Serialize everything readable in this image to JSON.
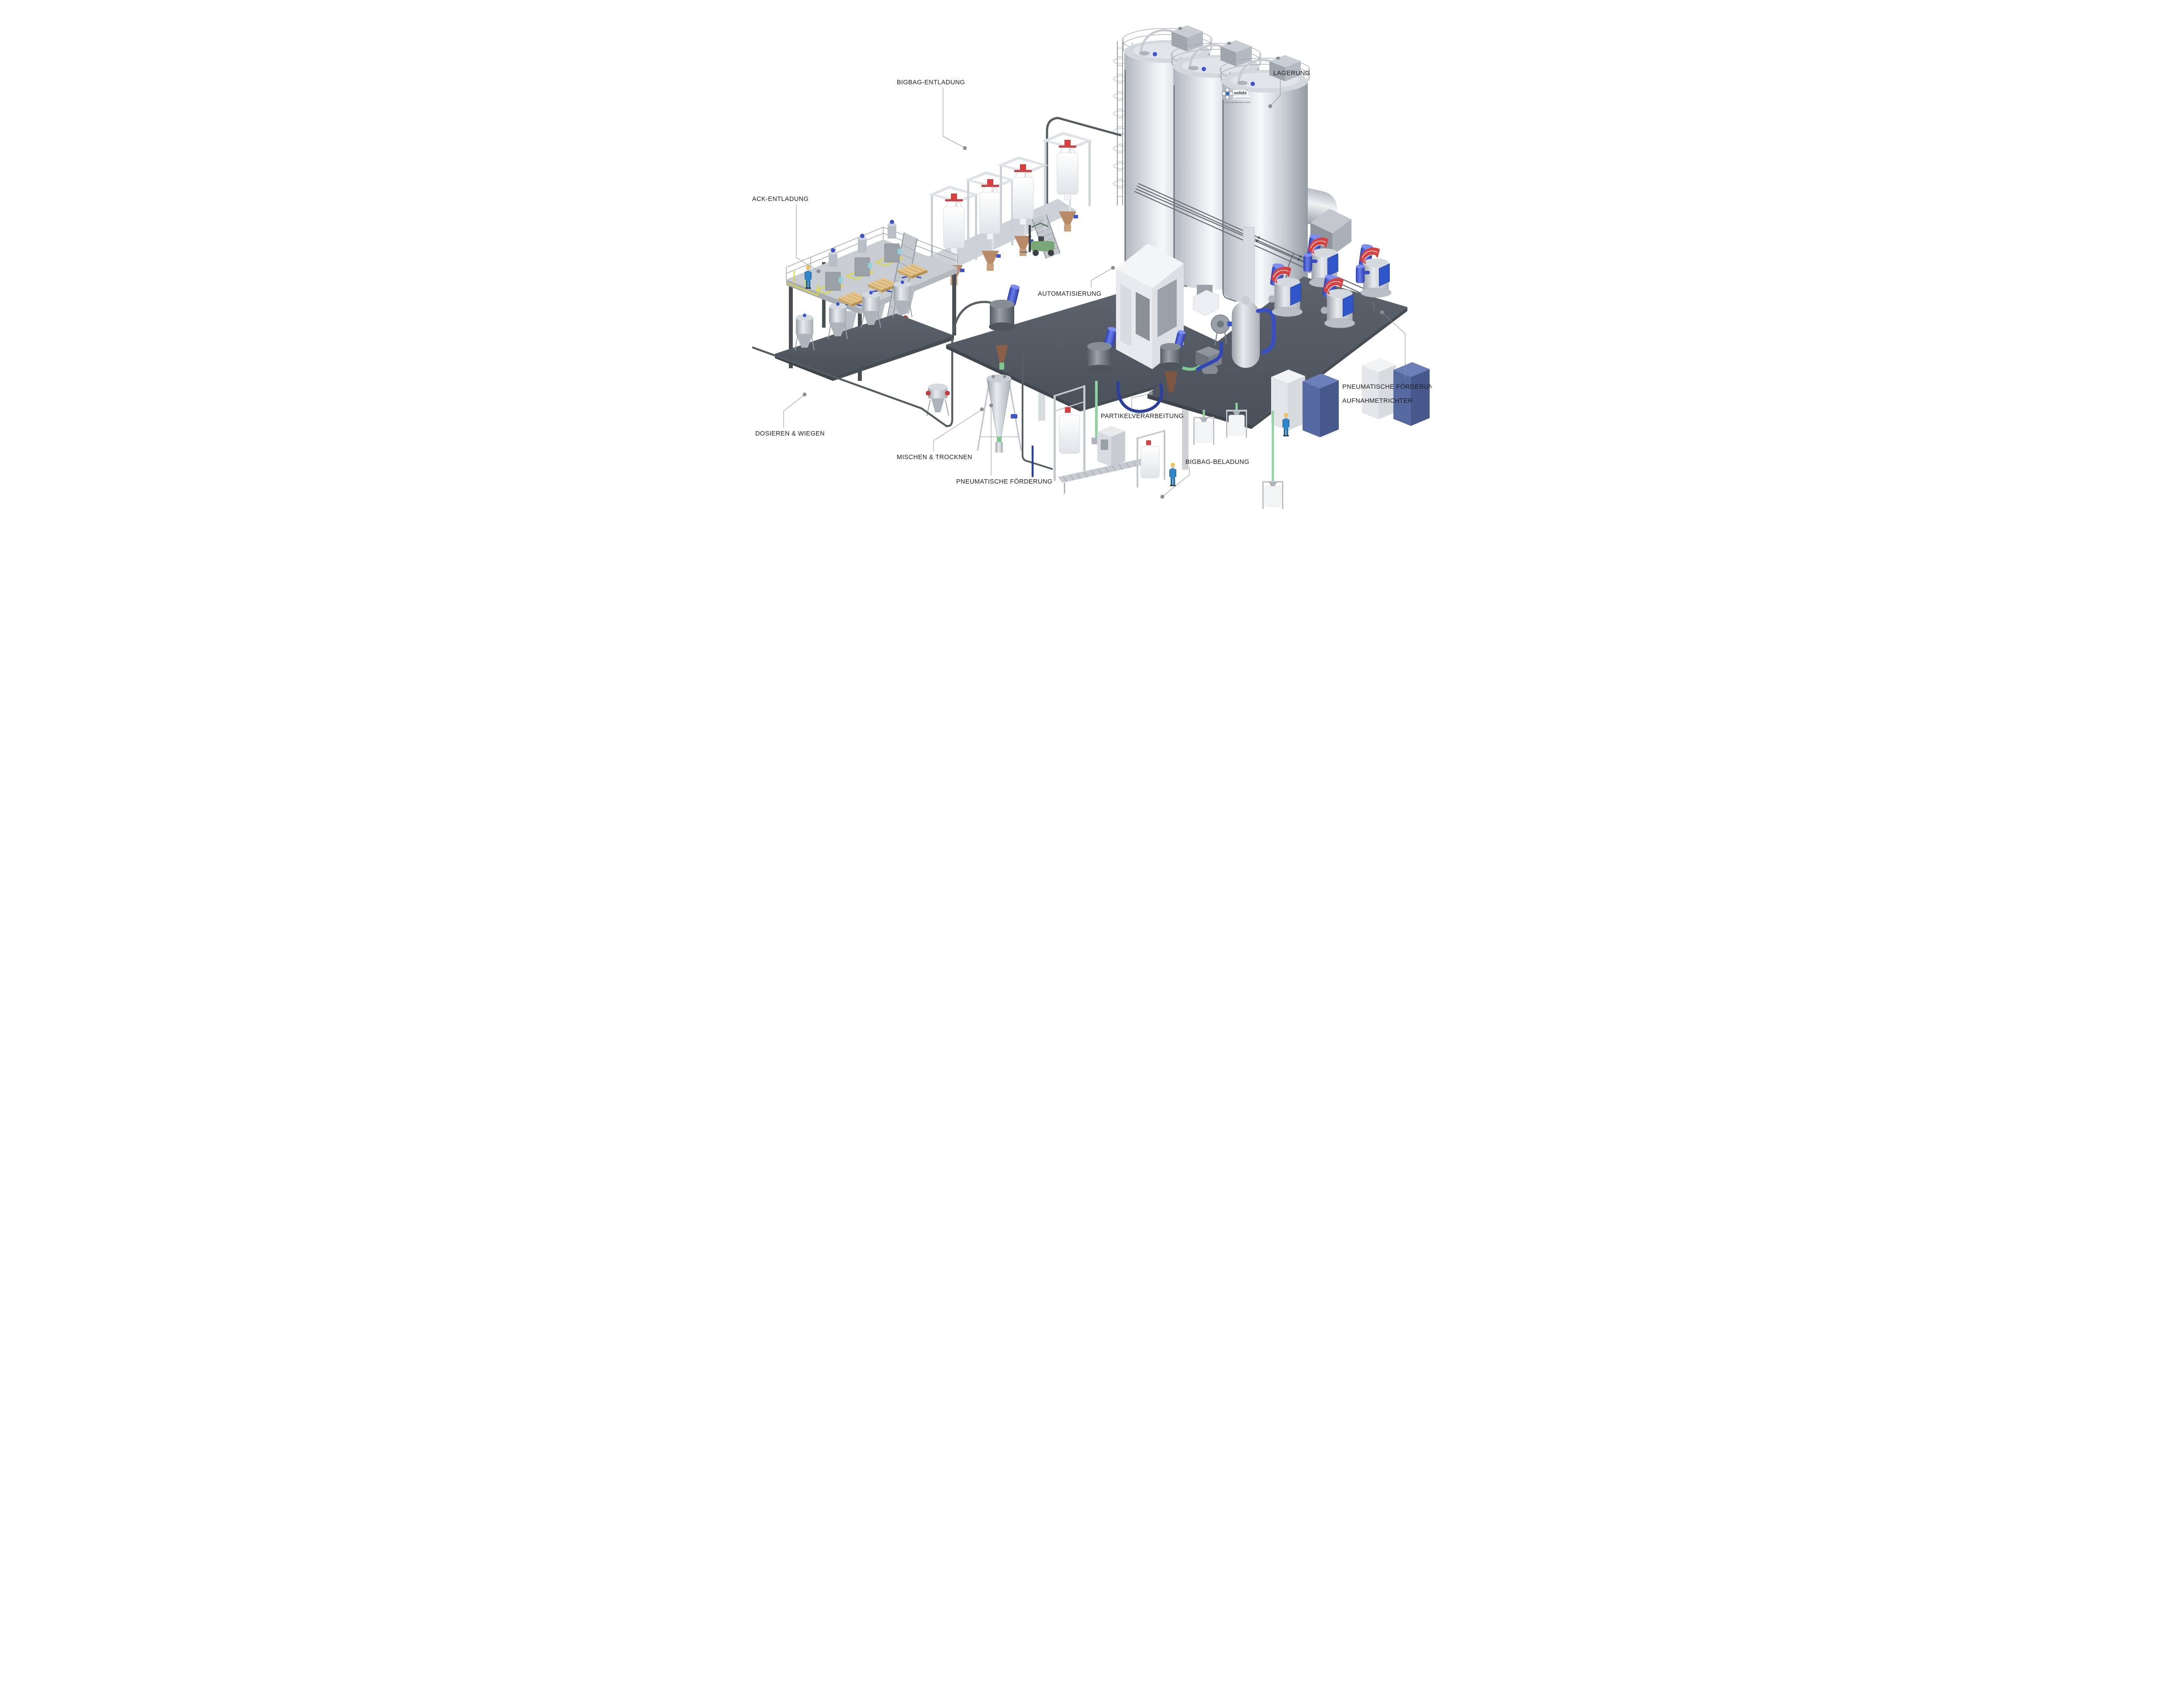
{
  "page": {
    "background": "#ffffff",
    "description": "Isometric 3D overview rendering of a bulk solids handling plant with labeled process areas"
  },
  "labels": {
    "bigbag_entladung": "BIGBAG-ENTLADUNG",
    "lagerung": "LAGERUNG",
    "sack_entladung": "ACK-ENTLADUNG",
    "automatisierung": "AUTOMATISIERUNG",
    "dosieren_wiegen": "DOSIEREN & WIEGEN",
    "mischen_trocknen": "MISCHEN & TROCKNEN",
    "pneumatische_foerderung": "PNEUMATISCHE FÖRDERUNG",
    "partikelverarbeitung": "PARTIKELVERARBEITUNG",
    "bigbag_beladung": "BIGBAG-BELADUNG",
    "pneumatische_foerderung_aufnahmetrichter_line1": "PNEUMATISCHE FÖRDERUNG",
    "pneumatische_foerderung_aufnahmetrichter_line2": "AUFNAHMETRICHTER"
  },
  "silo_logo": {
    "brand": "solids",
    "registered": "®",
    "sub": "solutions",
    "tagline": "Part of HOSOKAWA ALPINE"
  },
  "colors": {
    "background": "#ffffff",
    "label_text": "#1c1c1c",
    "leader_line": "#8a8f94",
    "steel_light": "#e9ecef",
    "steel_mid": "#b9bfc6",
    "steel_dark": "#6a7078",
    "platform_dark": "#575d67",
    "accent_blue_motor": "#3d55cc",
    "accent_blue_panel": "#2f55c8",
    "accent_blue_cabinet": "#55689f",
    "accent_red": "#d84040",
    "accent_yellow": "#ded83f",
    "accent_green_pipe": "#8fd4a0",
    "accent_green_forklift": "#79a876",
    "pipe_dark": "#575c63",
    "pipe_blue": "#2b3f9e",
    "wood_pallet": "#e4c489",
    "cone_tan": "#b98a67",
    "cone_brown": "#8a5f48",
    "worker_blue": "#2f86c9",
    "logo_blue": "#2f6fc0"
  }
}
